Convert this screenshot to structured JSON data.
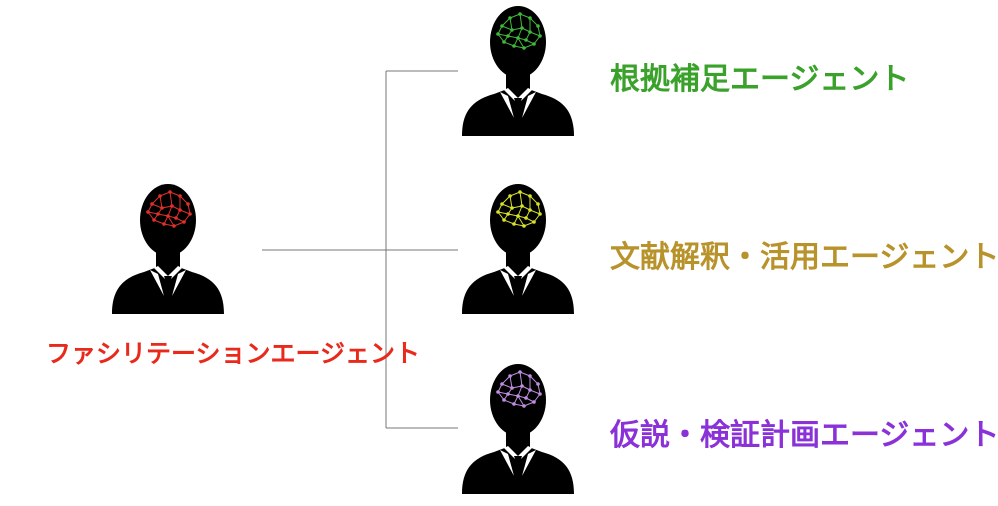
{
  "diagram": {
    "facilitator": {
      "label": "ファシリテーションエージェント",
      "color": "#e8291c",
      "brain_color": "#e0302a"
    },
    "agents": [
      {
        "label": "根拠補足エージェント",
        "color": "#3aa12b",
        "brain_color": "#41b83a"
      },
      {
        "label": "文献解釈・活用エージェント",
        "color": "#b8922a",
        "brain_color": "#d9e12b"
      },
      {
        "label": "仮説・検証計画エージェント",
        "color": "#8a32d8",
        "brain_color": "#c08ee0"
      }
    ],
    "icons": {
      "person": "person-silhouette-icon",
      "brain": "brain-network-icon"
    }
  }
}
